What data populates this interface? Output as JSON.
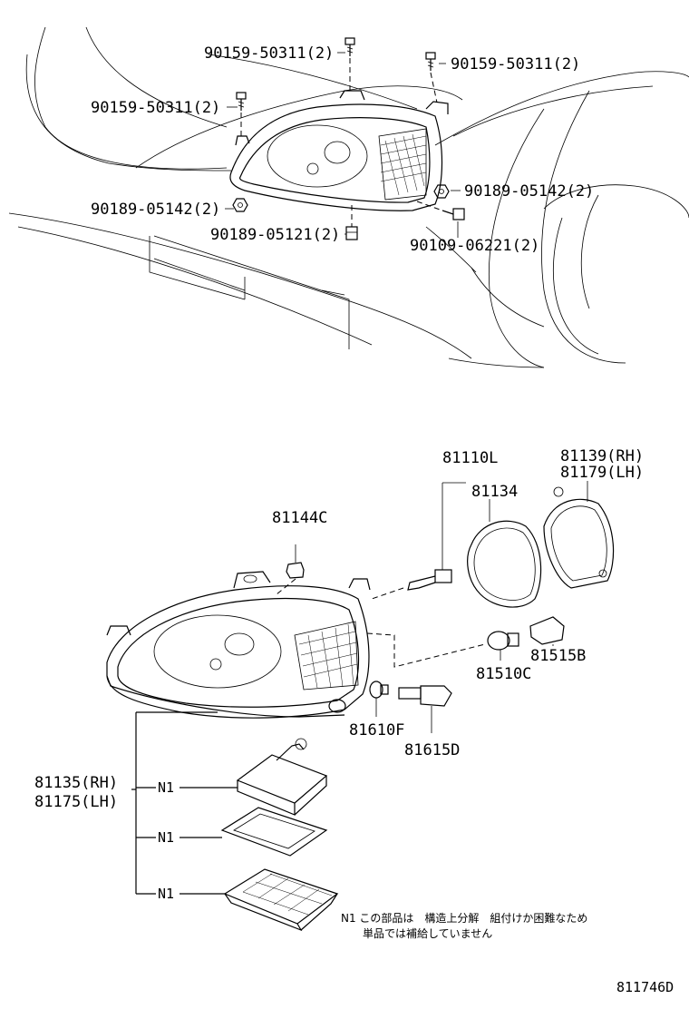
{
  "upper_view": {
    "callouts": [
      {
        "id": "bolt-top-center",
        "text": "90159-50311(2)"
      },
      {
        "id": "bolt-top-right",
        "text": "90159-50311(2)"
      },
      {
        "id": "bolt-left",
        "text": "90159-50311(2)"
      },
      {
        "id": "nut-right",
        "text": "90189-05142(2)"
      },
      {
        "id": "nut-left",
        "text": "90189-05142(2)"
      },
      {
        "id": "nut-bottom",
        "text": "90189-05121(2)"
      },
      {
        "id": "screw-bottom-right",
        "text": "90109-06221(2)"
      }
    ]
  },
  "exploded_view": {
    "callouts": [
      {
        "id": "headlamp-bulb",
        "text": "81110L"
      },
      {
        "id": "gasket",
        "text": "81134"
      },
      {
        "id": "cover-rh",
        "text": "81139(RH)"
      },
      {
        "id": "cover-lh",
        "text": "81179(LH)"
      },
      {
        "id": "socket-side",
        "text": "81144C"
      },
      {
        "id": "turn-socket",
        "text": "81515B"
      },
      {
        "id": "turn-bulb",
        "text": "81510C"
      },
      {
        "id": "clearance-bulb",
        "text": "81610F"
      },
      {
        "id": "clearance-socket",
        "text": "81615D"
      },
      {
        "id": "unit-rh",
        "text": "81135(RH)"
      },
      {
        "id": "unit-lh",
        "text": "81175(LH)"
      }
    ],
    "n1_labels": [
      "N1",
      "N1",
      "N1"
    ],
    "note_line_1": "N1 この部品は　構造上分解　組付けか困難なため",
    "note_line_2": "単品では補給していません"
  },
  "figure_code": "811746D"
}
